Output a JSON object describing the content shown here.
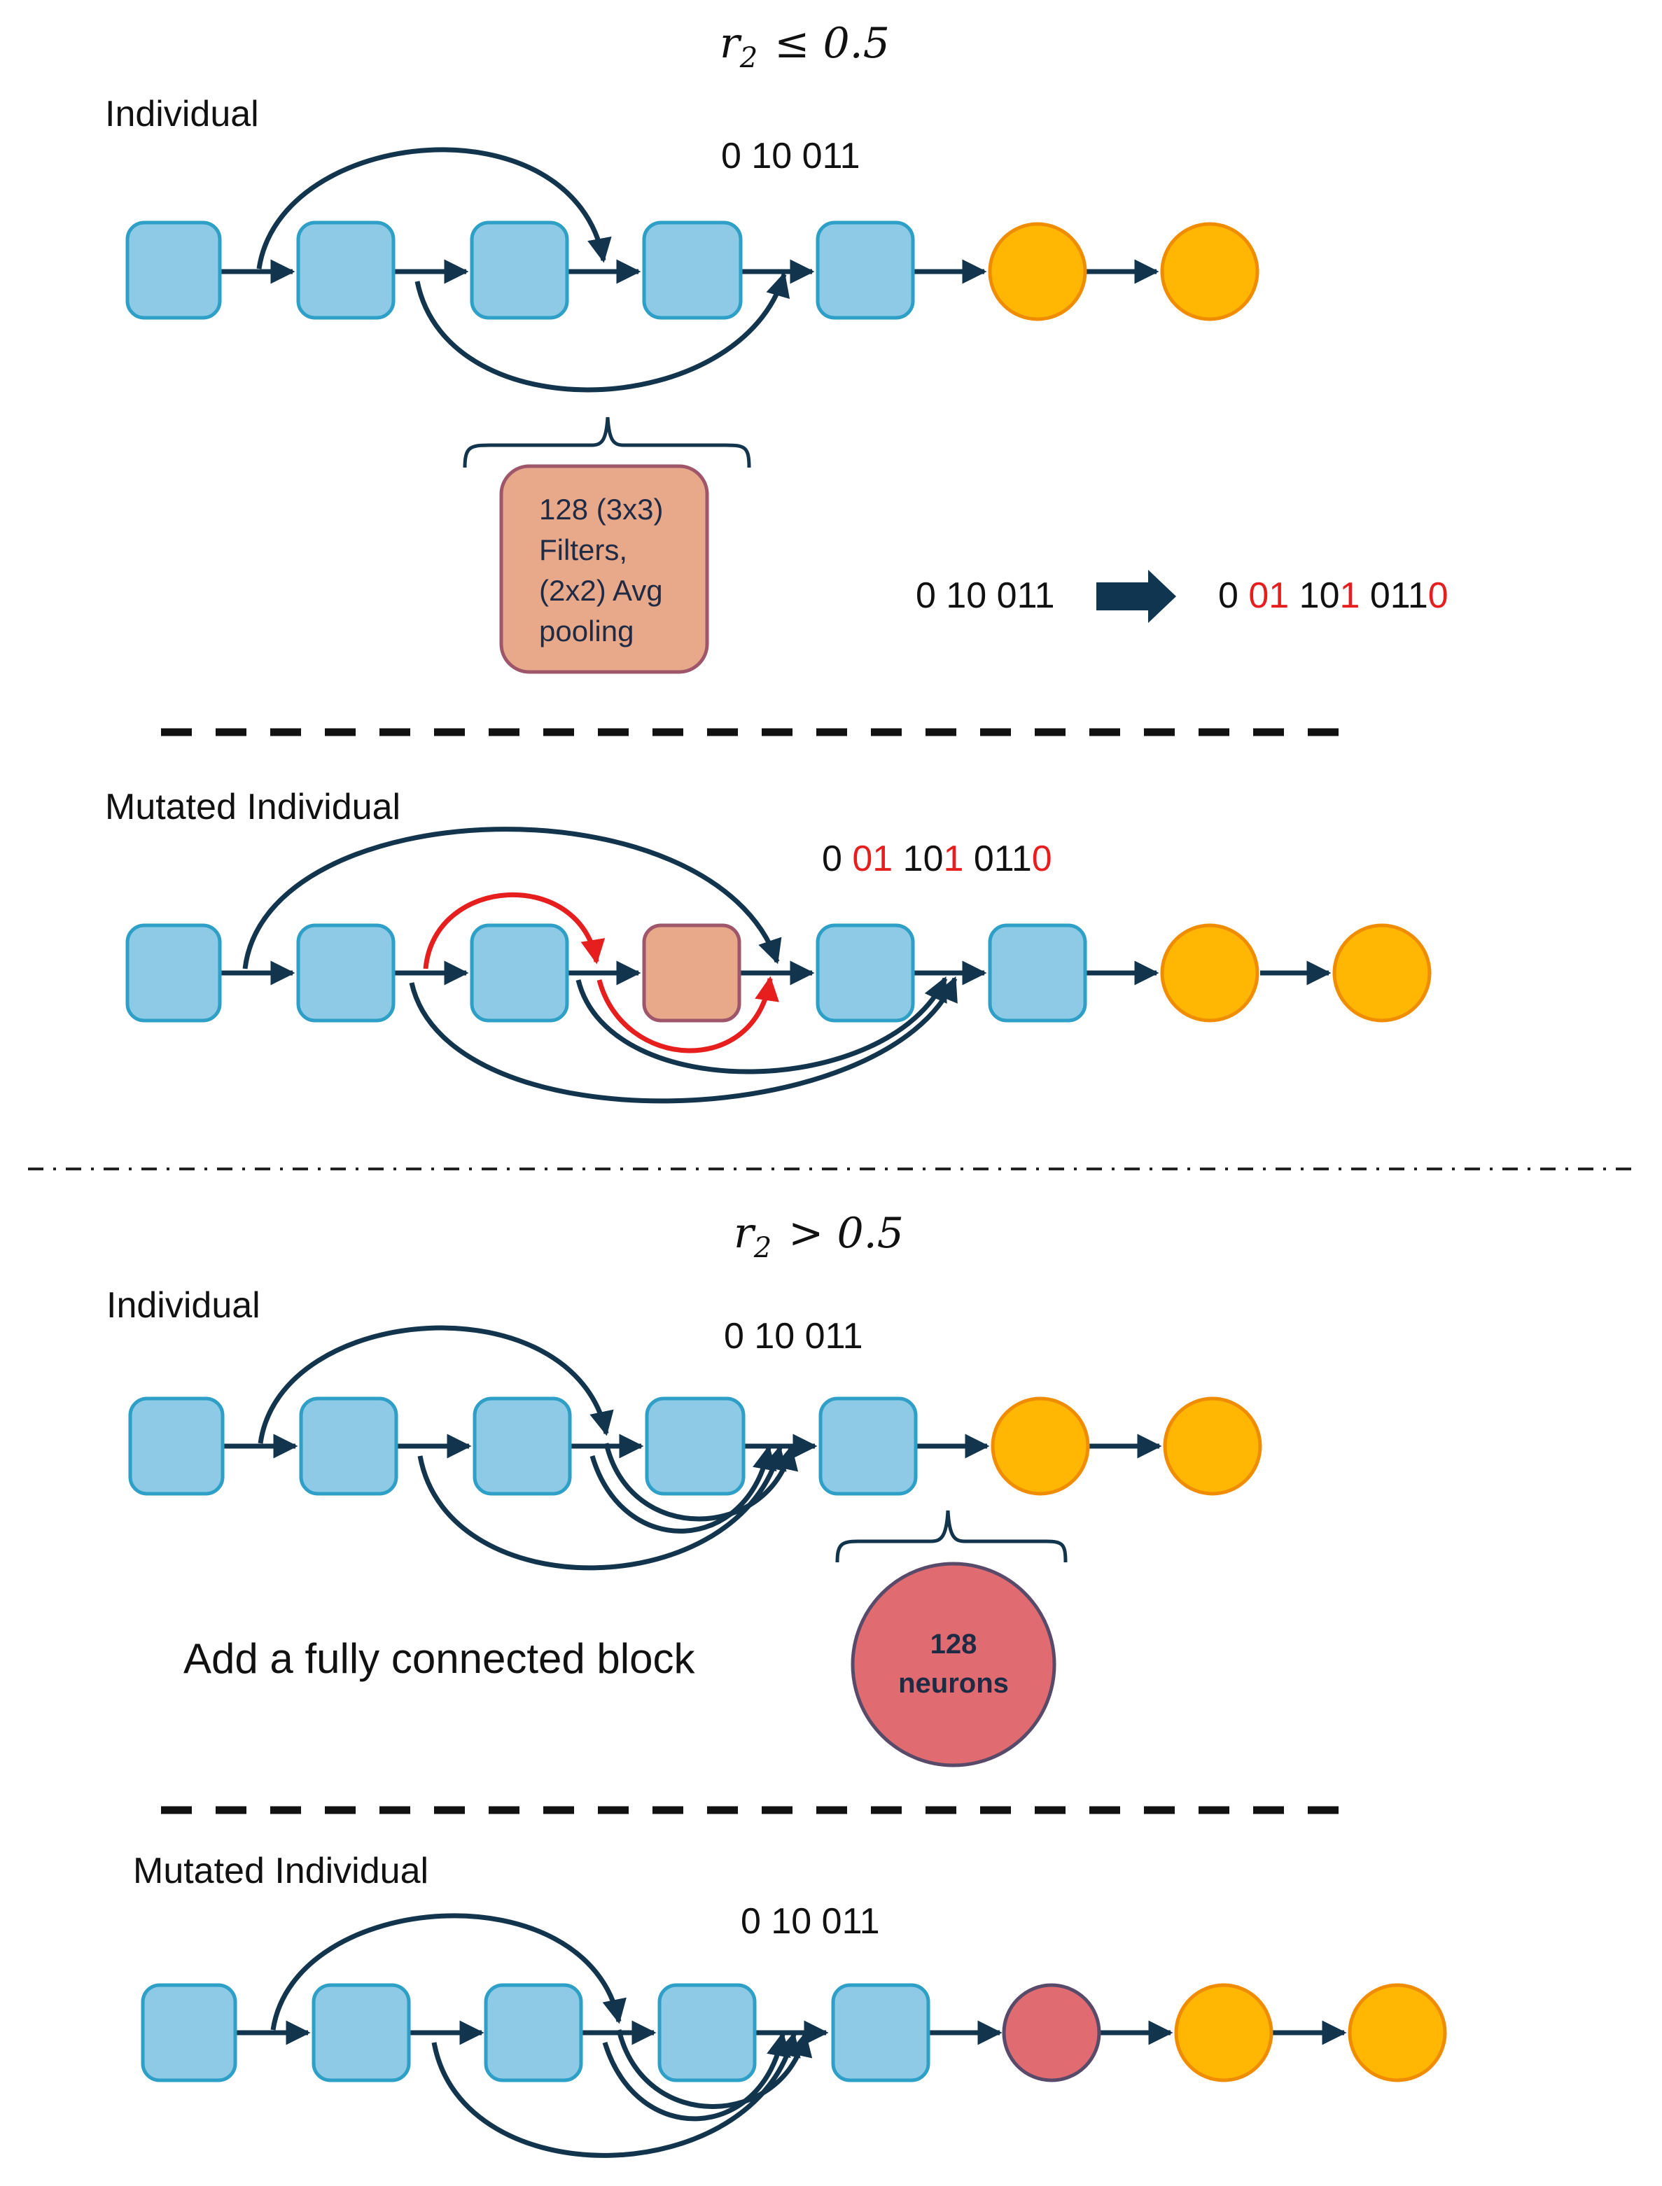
{
  "colors": {
    "conv_block": "#8ecae6",
    "conv_block_border": "#2e9fc6",
    "pool_block": "#e8a98a",
    "pool_block_border": "#a0566a",
    "output_node": "#ffb703",
    "output_node_border": "#f08c00",
    "fc_node": "#e06c72",
    "fc_node_border": "#5a4a6a",
    "arrow": "#12344d",
    "highlight": "#e61e1e",
    "big_arrow": "#0f3550"
  },
  "section1": {
    "condition_var": "r",
    "condition_sub": "2",
    "condition_op": "≤ 0.5",
    "individual_label": "Individual",
    "individual_encoding": "0 10 011",
    "pool_block_lines": [
      "128 (3x3)",
      "Filters,",
      "(2x2) Avg",
      "pooling"
    ],
    "encoding_before": "0 10 011",
    "encoding_after_segments": [
      {
        "text": "0 ",
        "red": false
      },
      {
        "text": "01",
        "red": true
      },
      {
        "text": " 10",
        "red": false
      },
      {
        "text": "1",
        "red": true
      },
      {
        "text": " 011",
        "red": false
      },
      {
        "text": "0",
        "red": true
      }
    ],
    "mutated_label": "Mutated Individual"
  },
  "section2": {
    "condition_var": "r",
    "condition_sub": "2",
    "condition_op": "> 0.5",
    "individual_label": "Individual",
    "individual_encoding": "0 10 011",
    "add_block_text": "Add a fully connected block",
    "fc_lines": [
      "128",
      "neurons"
    ],
    "mutated_label": "Mutated Individual",
    "mutated_encoding": "0 10 011"
  }
}
